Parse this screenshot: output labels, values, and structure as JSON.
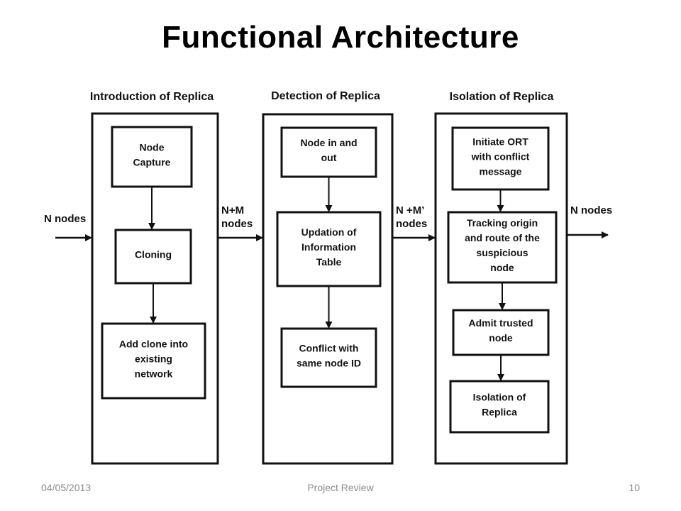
{
  "slide": {
    "title": "Functional Architecture",
    "footer": {
      "date": "04/05/2013",
      "center": "Project Review",
      "page": "10"
    }
  },
  "diagram": {
    "stages": [
      {
        "title": "Introduction of Replica",
        "boxes": [
          [
            "Node",
            "Capture"
          ],
          [
            "Cloning"
          ],
          [
            "Add clone into",
            "existing",
            "network"
          ]
        ]
      },
      {
        "title": "Detection of Replica",
        "boxes": [
          [
            "Node in and",
            "out"
          ],
          [
            "Updation of",
            "Information",
            "Table"
          ],
          [
            "Conflict with",
            "same node ID"
          ]
        ]
      },
      {
        "title": "Isolation of Replica",
        "boxes": [
          [
            "Initiate ORT",
            "with conflict",
            "message"
          ],
          [
            "Tracking origin",
            "and route of the",
            "suspicious",
            "node"
          ],
          [
            "Admit trusted",
            "node"
          ],
          [
            "Isolation of",
            "Replica"
          ]
        ]
      }
    ],
    "flow_labels": [
      [
        "N nodes"
      ],
      [
        "N+M",
        "nodes"
      ],
      [
        "N +M’",
        "nodes"
      ],
      [
        "N nodes"
      ]
    ]
  }
}
